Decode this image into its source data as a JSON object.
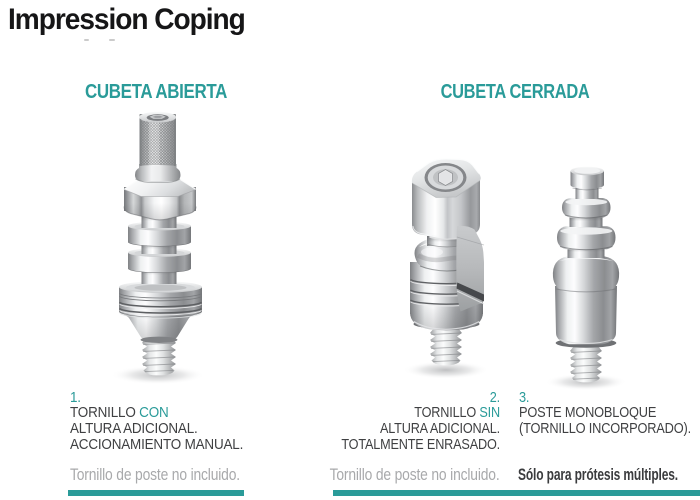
{
  "page": {
    "title": "Impression Coping"
  },
  "colors": {
    "accent_teal": "#2a9b99",
    "caption_text": "#3f4042",
    "note_muted": "#a8a9ab",
    "title_text": "#161617"
  },
  "sections": {
    "open_tray": {
      "header": "CUBETA ABIERTA"
    },
    "closed_tray": {
      "header": "CUBETA CERRADA"
    }
  },
  "products": [
    {
      "id": "open-tray-impression-coping",
      "section": "CUBETA ABIERTA"
    },
    {
      "id": "closed-tray-impression-coping",
      "section": "CUBETA CERRADA"
    },
    {
      "id": "monoblock-post",
      "section": "CUBETA CERRADA"
    }
  ],
  "items": [
    {
      "number": "1.",
      "line1_prefix": "TORNILLO ",
      "line1_accent": "CON",
      "line2": "ALTURA ADICIONAL.",
      "line3": "ACCIONAMIENTO MANUAL.",
      "note": "Tornillo de poste no incluido."
    },
    {
      "number": "2.",
      "line1_prefix": "TORNILLO ",
      "line1_accent": "SIN",
      "line2": "ALTURA ADICIONAL.",
      "line3": "TOTALMENTE ENRASADO.",
      "note": "Tornillo de poste no incluido."
    },
    {
      "number": "3.",
      "line1": "POSTE MONOBLOQUE",
      "line2": "(TORNILLO INCORPORADO).",
      "note": "Sólo para prótesis múltiples."
    }
  ]
}
